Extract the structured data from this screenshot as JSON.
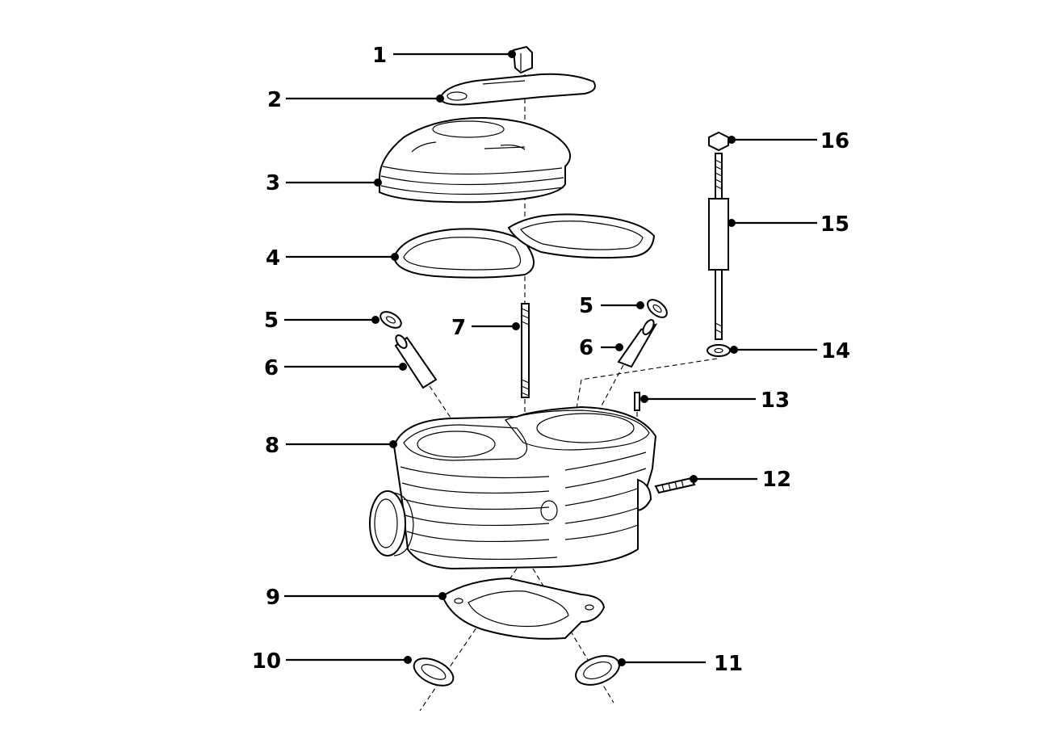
{
  "diagram": {
    "callouts": [
      {
        "id": "c1",
        "label": "1"
      },
      {
        "id": "c2",
        "label": "2"
      },
      {
        "id": "c3",
        "label": "3"
      },
      {
        "id": "c4",
        "label": "4"
      },
      {
        "id": "c5a",
        "label": "5"
      },
      {
        "id": "c6a",
        "label": "6"
      },
      {
        "id": "c5b",
        "label": "5"
      },
      {
        "id": "c6b",
        "label": "6"
      },
      {
        "id": "c7",
        "label": "7"
      },
      {
        "id": "c8",
        "label": "8"
      },
      {
        "id": "c9",
        "label": "9"
      },
      {
        "id": "c10",
        "label": "10"
      },
      {
        "id": "c11",
        "label": "11"
      },
      {
        "id": "c12",
        "label": "12"
      },
      {
        "id": "c13",
        "label": "13"
      },
      {
        "id": "c14",
        "label": "14"
      },
      {
        "id": "c15",
        "label": "15"
      },
      {
        "id": "c16",
        "label": "16"
      }
    ]
  }
}
